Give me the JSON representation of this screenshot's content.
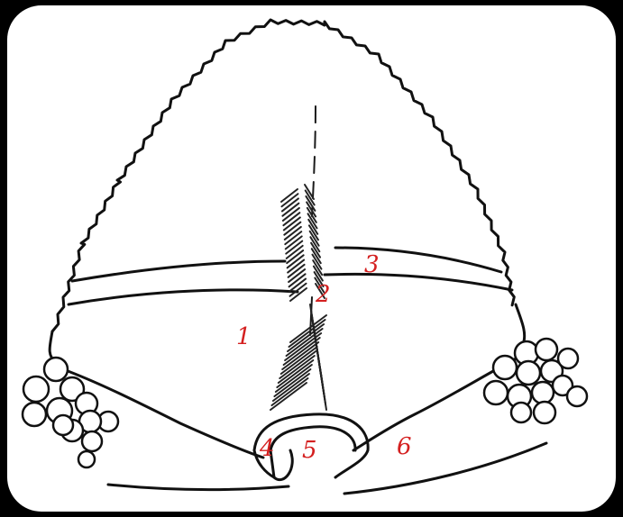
{
  "background_color": "#000000",
  "paper_color": "#ffffff",
  "ink_color": "#111111",
  "label_color": "#d42020",
  "labels": {
    "region_1": "1",
    "region_2": "2",
    "region_3": "3",
    "region_4": "4",
    "region_5": "5",
    "region_6": "6"
  }
}
